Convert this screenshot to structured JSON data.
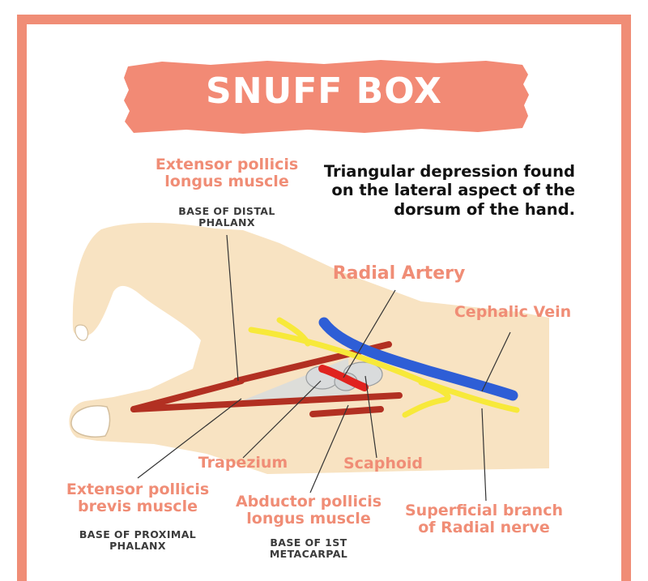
{
  "title": "SNUFF BOX",
  "description": "Triangular depression found\non the lateral aspect of the\ndorsum of the hand.",
  "colors": {
    "frame": "#f08d76",
    "banner": "#f28a75",
    "skin": "#f8e3c2",
    "tendon": "#b23022",
    "artery": "#e0231f",
    "vein": "#2e5ed6",
    "nerve": "#f7e93a",
    "bone": "#d9dbdc",
    "label": "#f08d76"
  },
  "labels": {
    "epl_name": "Extensor pollicis\nlongus muscle",
    "epl_attach": "BASE OF DISTAL\nPHALANX",
    "radial_artery": "Radial Artery",
    "cephalic_vein": "Cephalic Vein",
    "trapezium": "Trapezium",
    "scaphoid": "Scaphoid",
    "epb_name": "Extensor pollicis\nbrevis muscle",
    "epb_attach": "BASE OF PROXIMAL\nPHALANX",
    "apl_name": "Abductor pollicis\nlongus muscle",
    "apl_attach": "BASE OF 1ST\nMETACARPAL",
    "nerve_name": "Superficial branch\nof Radial nerve"
  }
}
